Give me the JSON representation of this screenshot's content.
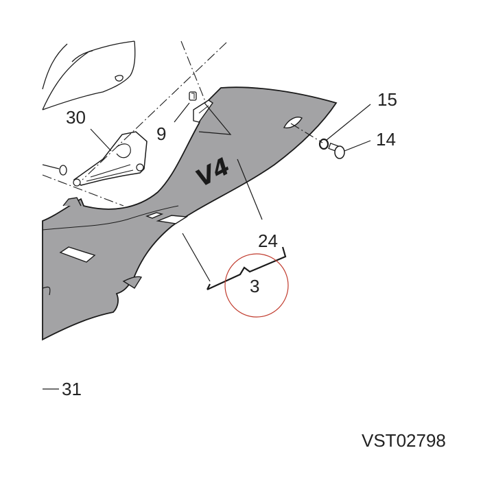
{
  "diagram": {
    "callouts": {
      "c3": "3",
      "c9": "9",
      "c14": "14",
      "c15": "15",
      "c24": "24",
      "c30": "30",
      "c31": "31"
    },
    "logo_text": "V4",
    "drawing_code": "VST02798",
    "colors": {
      "fairing_fill": "#a3a3a5",
      "line": "#1a1a1a",
      "highlight_circle": "#c0392b",
      "background": "#ffffff"
    }
  }
}
